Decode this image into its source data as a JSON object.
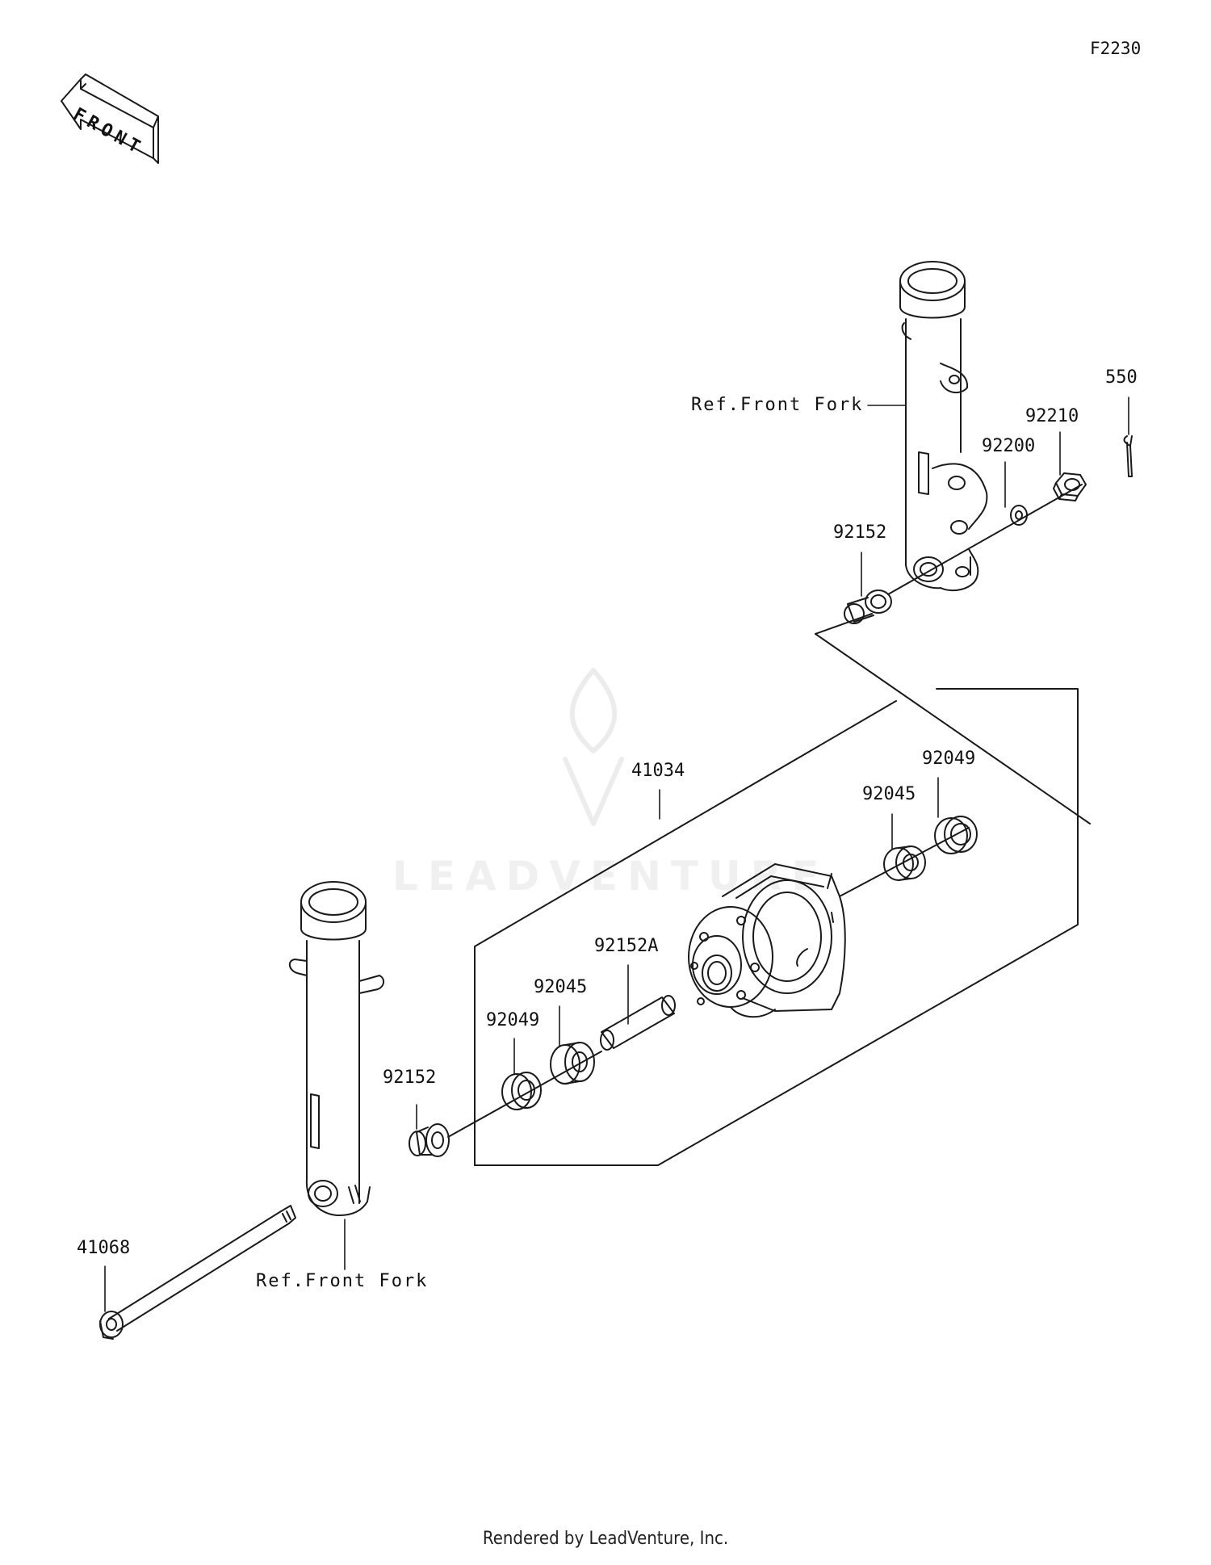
{
  "diagram_code": "F2230",
  "front_arrow_label": "FRONT",
  "watermark_text": "LEADVENTURE",
  "footer_text": "Rendered by LeadVenture, Inc.",
  "ref_labels": {
    "upper": "Ref.Front Fork",
    "lower": "Ref.Front Fork"
  },
  "part_labels": {
    "p550": "550",
    "p92210": "92210",
    "p92200": "92200",
    "p92152_upper": "92152",
    "p41034": "41034",
    "p92049_upper": "92049",
    "p92045_upper": "92045",
    "p92152A": "92152A",
    "p92045_lower": "92045",
    "p92049_lower": "92049",
    "p92152_lower": "92152",
    "p41068": "41068"
  },
  "colors": {
    "line": "#1a1a1a",
    "watermark": "#efefef"
  }
}
